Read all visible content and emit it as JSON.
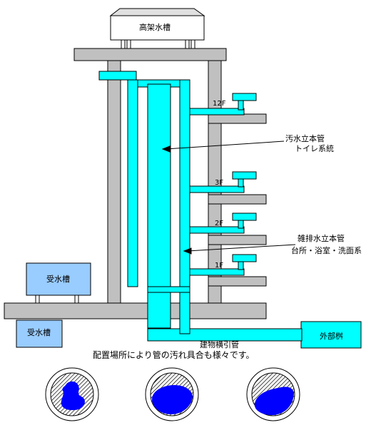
{
  "labels": {
    "elevated_tank": "高架水槽",
    "floors": [
      "12F",
      "3F",
      "2F",
      "1F"
    ],
    "soil_stack": "汚水立本管",
    "soil_stack_sub": "トイレ系統",
    "waste_stack": "雑排水立本管",
    "waste_stack_sub": "台所・浴室・洗面系",
    "receiving_tank_upper": "受水槽",
    "receiving_tank_lower": "受水槽",
    "external_basin": "外部桝",
    "building_drain": "建物横引管",
    "caption": "配置場所により管の汚れ具合も様々です。"
  },
  "colors": {
    "pipe": "#00FFFF",
    "building": "#C0C0C0",
    "tank": "#99CCFF",
    "tank_top": "#E0E0E0",
    "deposit": "#0000FF"
  }
}
